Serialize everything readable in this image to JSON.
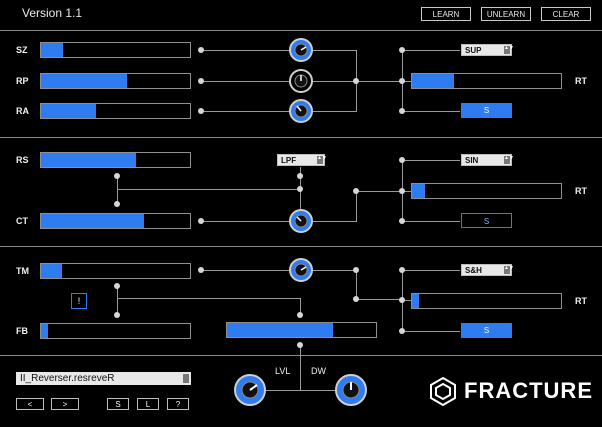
{
  "header": {
    "version": "Version 1.1",
    "learn": "LEARN",
    "unlearn": "UNLEARN",
    "clear": "CLEAR"
  },
  "colors": {
    "accent": "#2f7bf0",
    "line": "#9a9a9a",
    "bg": "#000000"
  },
  "section1": {
    "labels": [
      "SZ",
      "RP",
      "RA"
    ],
    "slider_levels": [
      0.15,
      0.58,
      0.37
    ],
    "select": "SUP",
    "rate_label": "RT",
    "rate_level": 0.28,
    "sync_label": "S"
  },
  "section2": {
    "labels": [
      "RS",
      "CT"
    ],
    "slider_levels": [
      0.64,
      0.69
    ],
    "filter_select": "LPF",
    "select": "SIN",
    "rate_label": "RT",
    "rate_level": 0.09,
    "sync_label": "S"
  },
  "section3": {
    "labels": [
      "TM",
      "FB"
    ],
    "slider_levels": [
      0.14,
      0.05
    ],
    "warn_label": "!",
    "mix_level": 0.71,
    "select": "S&H",
    "rate_label": "RT",
    "rate_level": 0.05,
    "sync_label": "S"
  },
  "footer": {
    "preset": "II_Reverser.resreveR",
    "prev": "<",
    "next": ">",
    "save": "S",
    "load": "L",
    "help": "?",
    "lvl_label": "LVL",
    "dw_label": "DW",
    "brand": "FRACTURE"
  }
}
